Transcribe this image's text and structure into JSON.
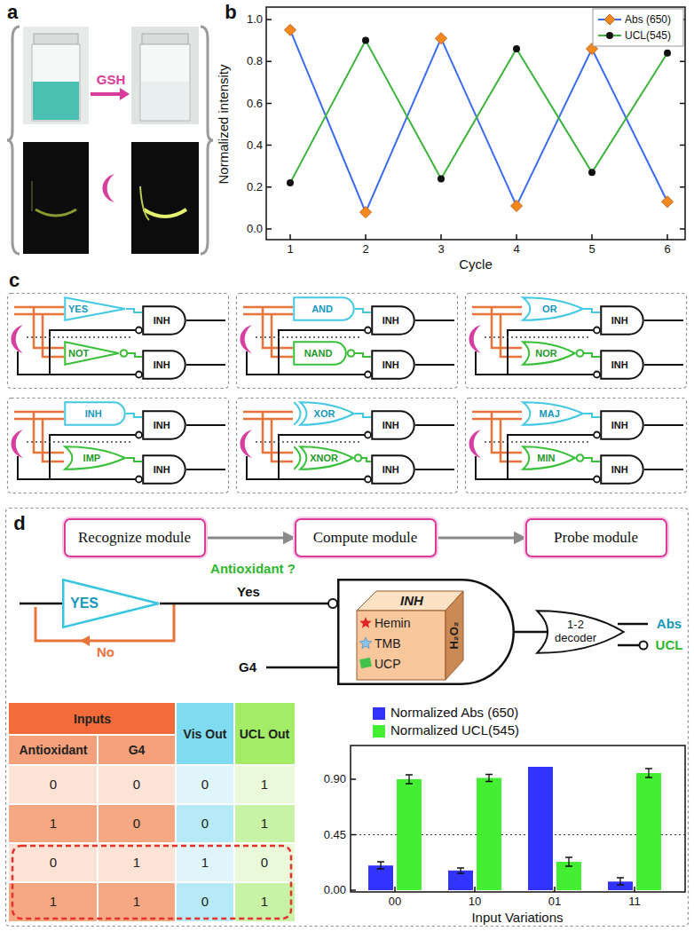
{
  "diagram": {
    "nodes": [
      {
        "text": [
          "YES"
        ]
      },
      {
        "text": [
          "INH"
        ]
      },
      {
        "text": [
          "NOT"
        ]
      },
      {
        "text": [
          "INH"
        ]
      },
      {
        "text": [
          "AND"
        ]
      },
      {
        "text": [
          "INH"
        ]
      },
      {
        "text": [
          "NAND"
        ]
      },
      {
        "text": [
          "INH"
        ]
      },
      {
        "text": [
          "OR"
        ]
      },
      {
        "text": [
          "INH"
        ]
      },
      {
        "text": [
          "NOR"
        ]
      },
      {
        "text": [
          "INH"
        ]
      },
      {
        "text": [
          "INH"
        ]
      },
      {
        "text": [
          "INH"
        ]
      },
      {
        "text": [
          "IMP"
        ]
      },
      {
        "text": [
          "INH"
        ]
      },
      {
        "text": [
          "XOR"
        ]
      },
      {
        "text": [
          "INH"
        ]
      },
      {
        "text": [
          "XNOR"
        ]
      },
      {
        "text": [
          "INH"
        ]
      },
      {
        "text": [
          "MAJ"
        ]
      },
      {
        "text": [
          "INH"
        ]
      },
      {
        "text": [
          "MIN"
        ]
      },
      {
        "text": [
          "INH"
        ]
      },
      {
        "text": [
          "Recognize module"
        ]
      },
      {
        "text": [
          "Compute module"
        ]
      },
      {
        "text": [
          "Probe module"
        ]
      },
      {
        "text": [
          "YES"
        ]
      },
      {
        "text": [
          "INH",
          "Hemin",
          "TMB",
          "UCP",
          "H₂O₂"
        ]
      },
      {
        "text": [
          "1-2 decoder"
        ]
      }
    ],
    "edges": [
      {
        "from": 0,
        "to": 1,
        "arrow": "none"
      },
      {
        "from": 2,
        "to": 3,
        "arrow": "none"
      },
      {
        "from": 4,
        "to": 5,
        "arrow": "none"
      },
      {
        "from": 6,
        "to": 7,
        "arrow": "none"
      },
      {
        "from": 8,
        "to": 9,
        "arrow": "none"
      },
      {
        "from": 10,
        "to": 11,
        "arrow": "none"
      },
      {
        "from": 12,
        "to": 13,
        "arrow": "none"
      },
      {
        "from": 14,
        "to": 15,
        "arrow": "none"
      },
      {
        "from": 16,
        "to": 17,
        "arrow": "none"
      },
      {
        "from": 18,
        "to": 19,
        "arrow": "none"
      },
      {
        "from": 20,
        "to": 21,
        "arrow": "none"
      },
      {
        "from": 22,
        "to": 23,
        "arrow": "none"
      },
      {
        "from": 24,
        "to": 25,
        "arrow": "to"
      },
      {
        "from": 25,
        "to": 26,
        "arrow": "to"
      },
      {
        "from": 27,
        "to": 28,
        "label": "Yes",
        "arrow": "none"
      },
      {
        "from": 28,
        "to": 29,
        "arrow": "none"
      }
    ],
    "labels": [
      "a",
      "GSH",
      "b",
      "0.0",
      "0.2",
      "0.4",
      "0.6",
      "0.8",
      "1.0",
      "1",
      "2",
      "3",
      "4",
      "5",
      "6",
      "Cycle",
      "Normalized intensity",
      "c",
      "d",
      "Antioxidant ?",
      "No",
      "G4",
      "Abs",
      "UCL",
      "Inputs",
      "Vis Out",
      "UCL Out",
      "Antioxidant",
      "G4",
      "0",
      "0",
      "0",
      "1",
      "1",
      "0",
      "0",
      "1",
      "0",
      "1",
      "1",
      "0",
      "1",
      "1",
      "0",
      "1",
      "0.00",
      "0.45",
      "0.90",
      "00",
      "10",
      "01",
      "11",
      "Input Variations"
    ],
    "legend": [
      {
        "text": "Abs (650)"
      },
      {
        "text": "UCL(545)"
      },
      {
        "text": "Normalized Abs (650)",
        "color": "#3333ff"
      },
      {
        "text": "Normalized UCL(545)",
        "color": "#44ee33"
      }
    ]
  }
}
